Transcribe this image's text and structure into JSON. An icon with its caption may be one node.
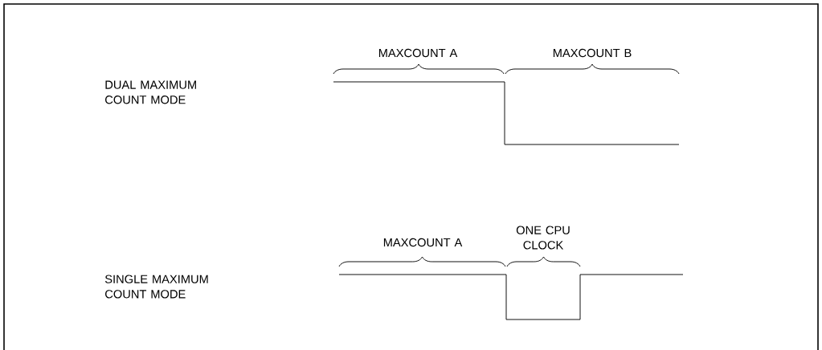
{
  "diagram": {
    "labels": [
      "MAXCOUNT A",
      "MAXCOUNT B",
      "DUAL MAXIMUM COUNT MODE",
      "ONE CPU CLOCK",
      "MAXCOUNT A",
      "SINGLE MAXIMUM COUNT MODE"
    ]
  }
}
